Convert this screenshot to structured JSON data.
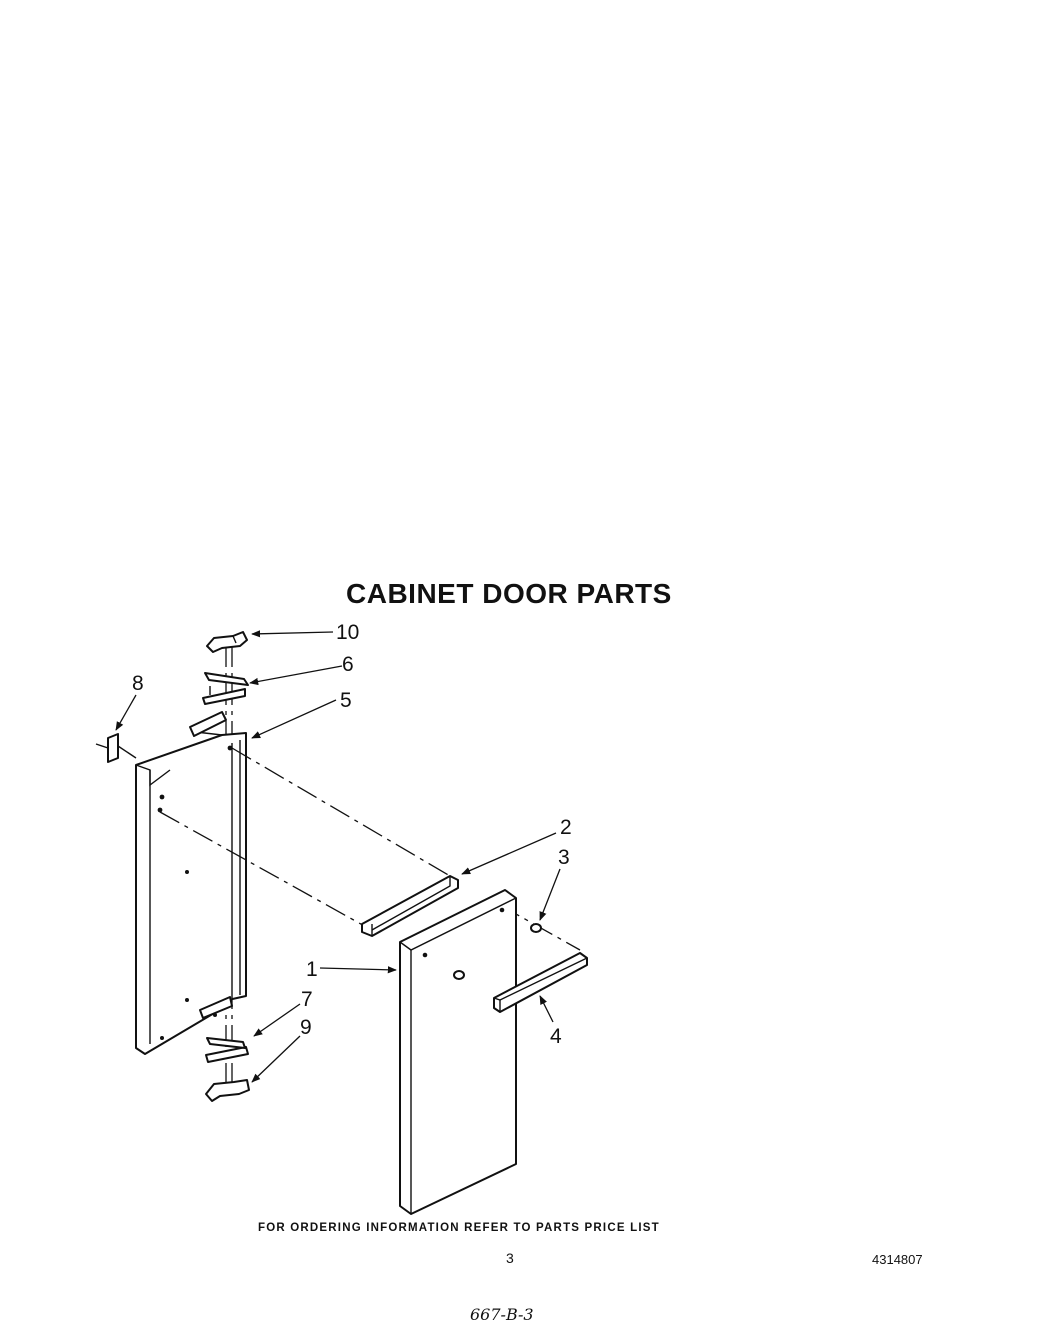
{
  "title": "CABINET DOOR PARTS",
  "footer_note": "FOR ORDERING INFORMATION REFER TO PARTS PRICE LIST",
  "page_number": "3",
  "doc_number": "4314807",
  "handwritten_note": "667-B-3",
  "callouts": {
    "c1": "1",
    "c2": "2",
    "c3": "3",
    "c4": "4",
    "c5": "5",
    "c6": "6",
    "c7": "7",
    "c8": "8",
    "c9": "9",
    "c10": "10"
  },
  "colors": {
    "ink": "#111111",
    "paper": "#ffffff"
  }
}
